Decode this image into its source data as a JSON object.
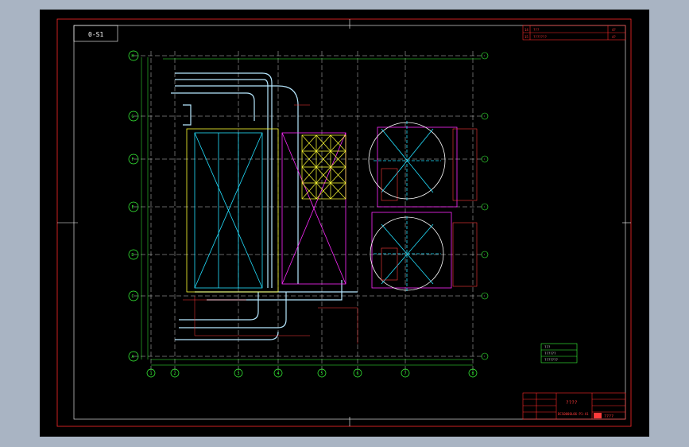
{
  "drawing": {
    "sheet_tag": "0-S1",
    "title_block_top": {
      "rows": [
        {
          "col1": "14",
          "col2": "???",
          "col3": "4?"
        },
        {
          "col1": "15",
          "col2": "???????",
          "col3": "4?"
        }
      ]
    },
    "title_block_bottom": {
      "drawing_name": "????",
      "drawing_number": "DCS0000L06-P1-A1",
      "logo_text": "????"
    },
    "grid_rows": [
      "H",
      "G",
      "F",
      "E",
      "D",
      "C",
      "A"
    ],
    "grid_columns": [
      "1",
      "2",
      "3",
      "4",
      "5",
      "6",
      "7",
      "8"
    ],
    "legend_box": [
      "???",
      "??????",
      "???????"
    ],
    "colors": {
      "background": "#000000",
      "frame": "#ff2a2a",
      "grid": "#39ff39",
      "axis_dash": "#ffffff",
      "pipe": "#b7e8ff",
      "equipment_cyan": "#22e0ff",
      "equipment_yellow": "#ffff33",
      "equipment_magenta": "#ff2aff",
      "annotation_red": "#ff3a3a"
    }
  }
}
